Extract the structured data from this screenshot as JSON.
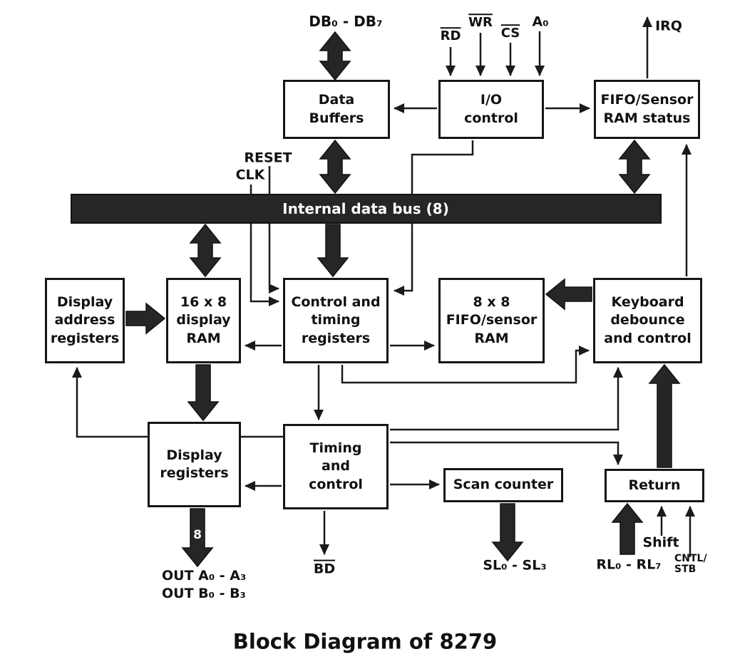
{
  "title": "Block Diagram of 8279",
  "bus": {
    "label": "Internal data bus (8)"
  },
  "blocks": {
    "data_buffers": "Data\nBuffers",
    "io_control": "I/O\ncontrol",
    "fifo_status": "FIFO/Sensor\nRAM status",
    "display_addr": "Display\naddress\nregisters",
    "display_ram": "16 x 8\ndisplay\nRAM",
    "ctrl_timing": "Control and\ntiming\nregisters",
    "fifo_ram": "8 x 8\nFIFO/sensor\nRAM",
    "keyboard": "Keyboard\ndebounce\nand control",
    "display_regs": "Display\nregisters",
    "timing_ctrl": "Timing\nand\ncontrol",
    "scan_counter": "Scan counter",
    "return": "Return"
  },
  "pins": {
    "db": "DB₀ - DB₇",
    "rd": "RD",
    "wr": "WR",
    "cs": "CS",
    "a0": "A₀",
    "irq": "IRQ",
    "reset": "RESET",
    "clk": "CLK",
    "bus_width": "8",
    "out_a": "OUT A₀ - A₃",
    "out_b": "OUT B₀ - B₃",
    "bd": "BD",
    "sl": "SL₀ - SL₃",
    "rl": "RL₀ - RL₇",
    "shift": "Shift",
    "cntl_stb": "CNTL/\nSTB"
  },
  "colors": {
    "line": "#1a1a1a",
    "bus_fill": "#262626",
    "bus_text": "#ffffff",
    "background": "#ffffff"
  }
}
